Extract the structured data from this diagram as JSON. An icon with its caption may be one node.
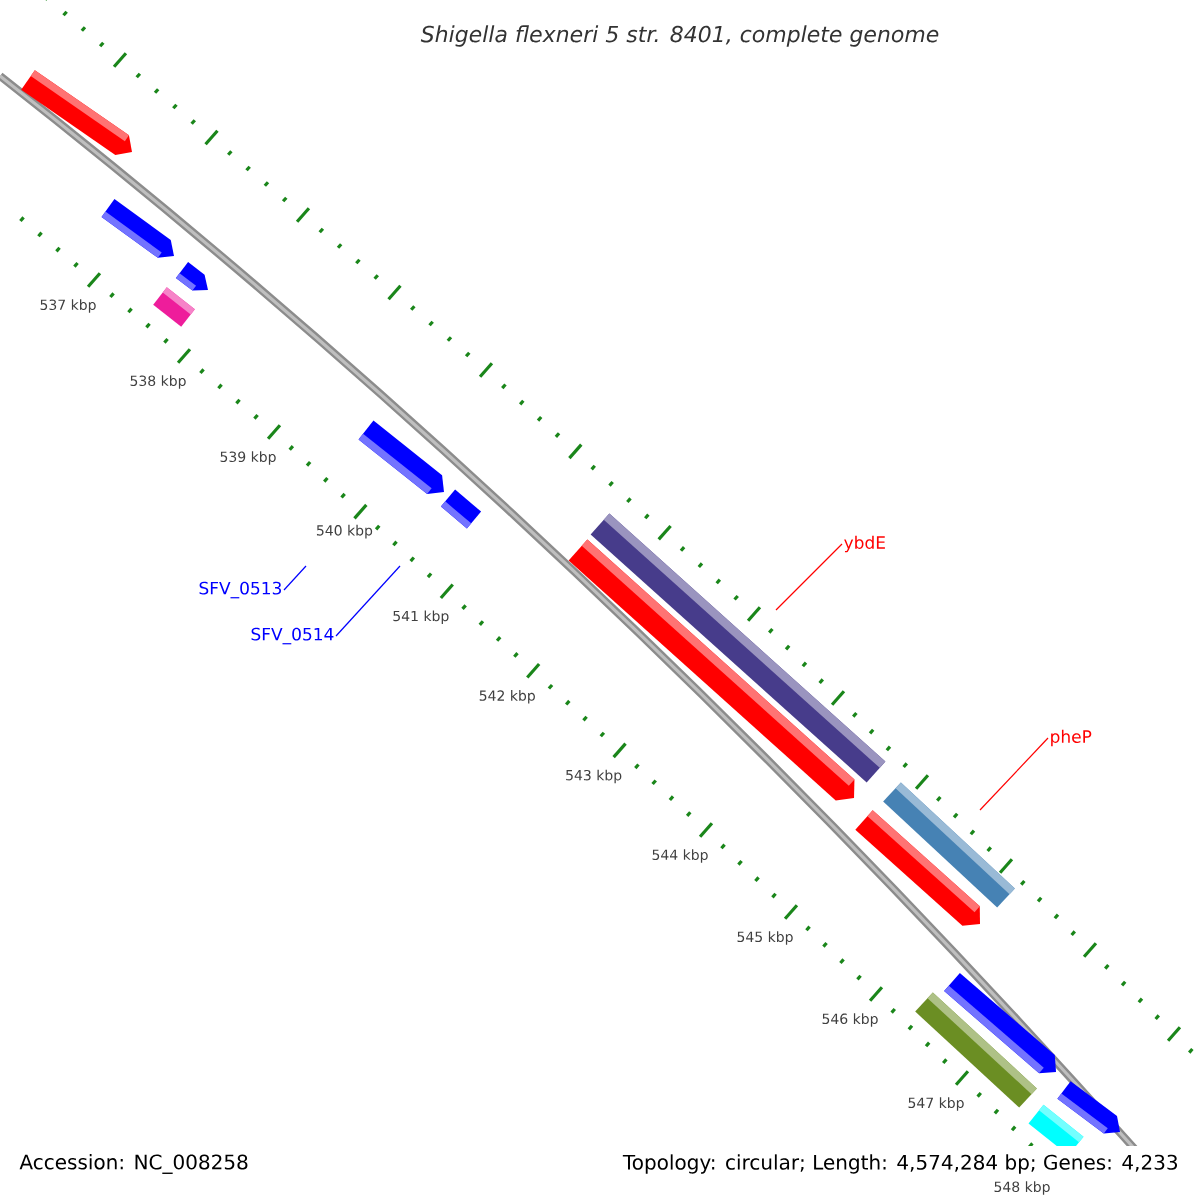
{
  "diagram": {
    "title": "Shigella flexneri 5 str. 8401, complete genome",
    "nodes": [
      {
        "text": [
          "SFV_0513"
        ]
      },
      {
        "text": [
          "SFV_0514"
        ]
      },
      {
        "text": [
          "ybdE"
        ]
      },
      {
        "text": [
          "pheP"
        ]
      }
    ],
    "edges": [
      {
        "from": 0,
        "to": null,
        "arrow": "none",
        "color": "#0000ff"
      },
      {
        "from": 1,
        "to": null,
        "arrow": "none",
        "color": "#0000ff"
      },
      {
        "from": 2,
        "to": null,
        "arrow": "none",
        "color": "#ff0000"
      },
      {
        "from": 3,
        "to": null,
        "arrow": "none",
        "color": "#ff0000"
      }
    ],
    "labels": [
      "537 kbp",
      "538 kbp",
      "539 kbp",
      "540 kbp",
      "541 kbp",
      "542 kbp",
      "543 kbp",
      "544 kbp",
      "545 kbp",
      "546 kbp",
      "547 kbp",
      "548 kbp",
      "Accession: NC_008258",
      "Topology: circular; Length: 4,574,284 bp; Genes: 4,233"
    ]
  }
}
